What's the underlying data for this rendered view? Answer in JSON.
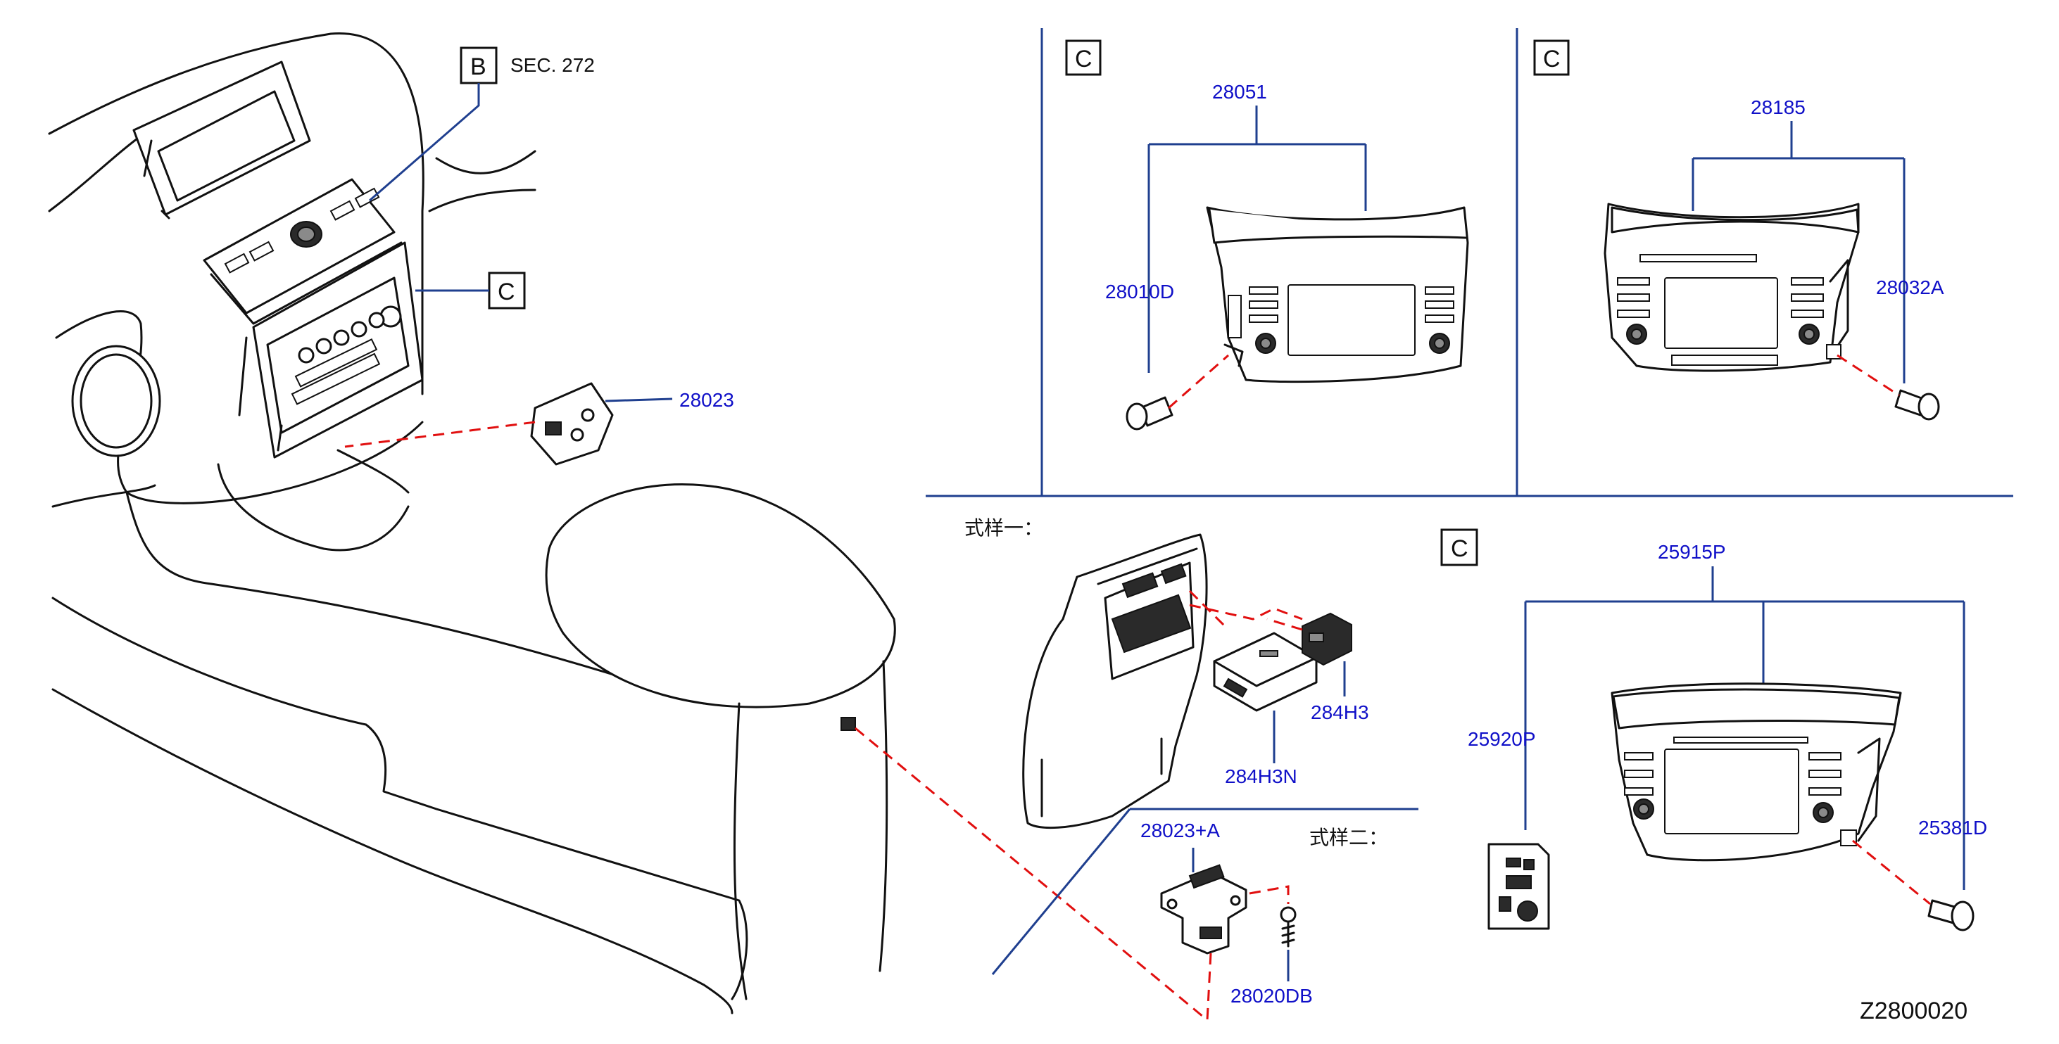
{
  "diagram": {
    "code": "Z2800020",
    "ref_b": {
      "letter": "B",
      "text": "SEC.  272"
    },
    "ref_c_main": "C",
    "panel_top_left": {
      "letter": "C",
      "assembly": "28051",
      "screw": "28010D"
    },
    "panel_top_right": {
      "letter": "C",
      "assembly": "28185",
      "screw": "28032A"
    },
    "panel_bottom_right": {
      "letter": "C",
      "assembly": "25915P",
      "card": "25920P",
      "screw": "25381D"
    },
    "spec_one": {
      "title": "式样一：",
      "part_a": "284H3N",
      "part_b": "284H3"
    },
    "spec_two": {
      "title": "式样二：",
      "part_a": "28023+A",
      "part_b": "28020DB"
    },
    "dash_part": "28023"
  }
}
